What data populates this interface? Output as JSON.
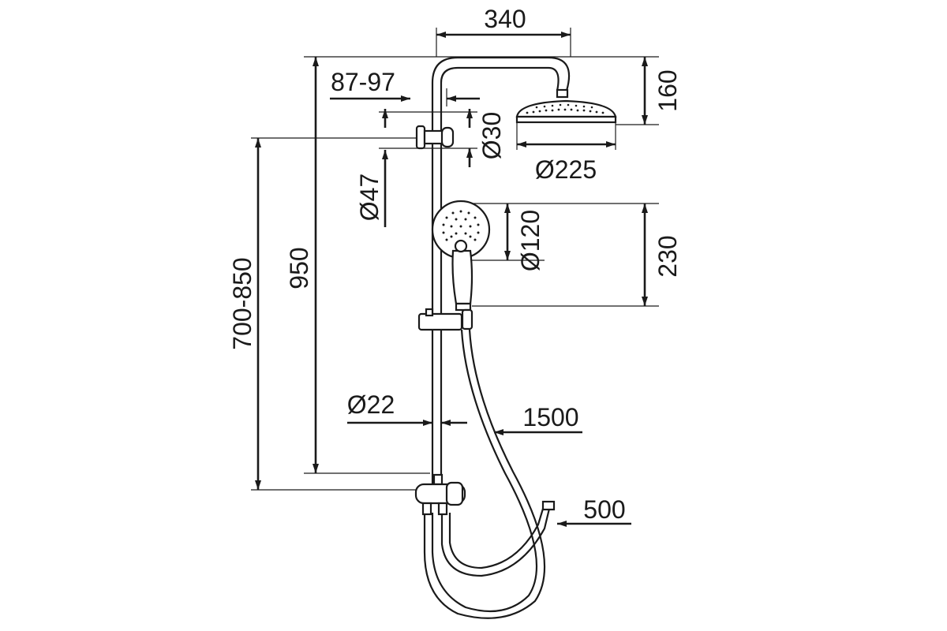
{
  "dimensions": {
    "width_top": "340",
    "head_drop": "160",
    "wall_bracket_spacing": "87-97",
    "holder_diameter": "Ø30",
    "clamp_diameter": "Ø47",
    "head_diameter": "Ø225",
    "hand_shower_diameter": "Ø120",
    "hand_shower_length": "230",
    "riser_height": "950",
    "installation_height": "700-850",
    "pipe_diameter": "Ø22",
    "hose_length": "1500",
    "inlet_hose_length": "500"
  },
  "colors": {
    "line": "#1a1a1a",
    "background": "#ffffff"
  }
}
